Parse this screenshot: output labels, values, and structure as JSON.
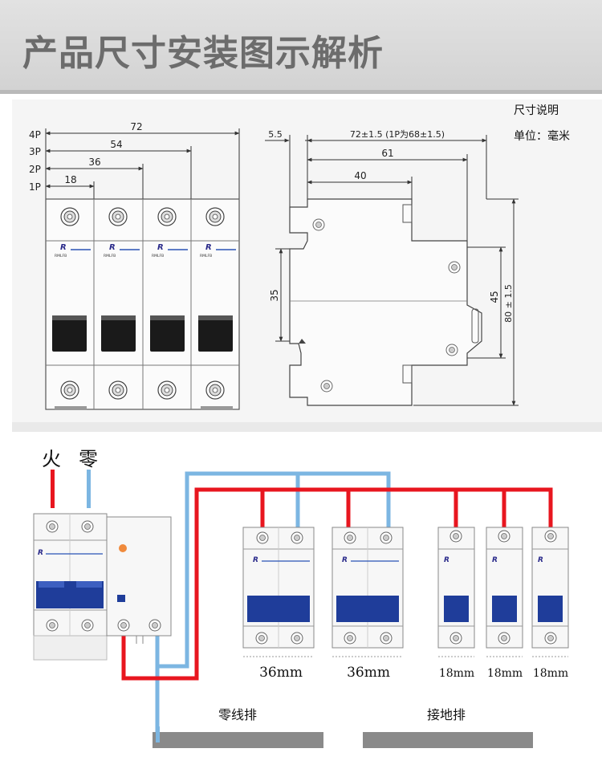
{
  "header": {
    "title": "产品尺寸安装图示解析"
  },
  "dim_front": {
    "pole_labels": [
      "4P",
      "3P",
      "2P",
      "1P"
    ],
    "width_labels": [
      "72",
      "54",
      "36",
      "18"
    ]
  },
  "dim_side": {
    "left_offset": "5.5",
    "total_depth": "72±1.5 (1P为68±1.5)",
    "depth_mid": "61",
    "depth_front": "40",
    "height_rail": "35",
    "height_mount": "45",
    "height_total": "80 ± 1.5"
  },
  "legend": {
    "title": "尺寸说明",
    "unit": "单位：毫米"
  },
  "brand": "RMLFB",
  "wiring": {
    "live_label": "火",
    "neutral_label": "零",
    "breaker_widths": [
      "36mm",
      "36mm",
      "18mm",
      "18mm",
      "18mm"
    ],
    "neutral_bar_label": "零线排",
    "ground_bar_label": "接地排",
    "colors": {
      "live": "#e8161f",
      "neutral": "#7cb6e2",
      "handle": "#1f3d9a",
      "bar": "#8a8a8a"
    }
  }
}
